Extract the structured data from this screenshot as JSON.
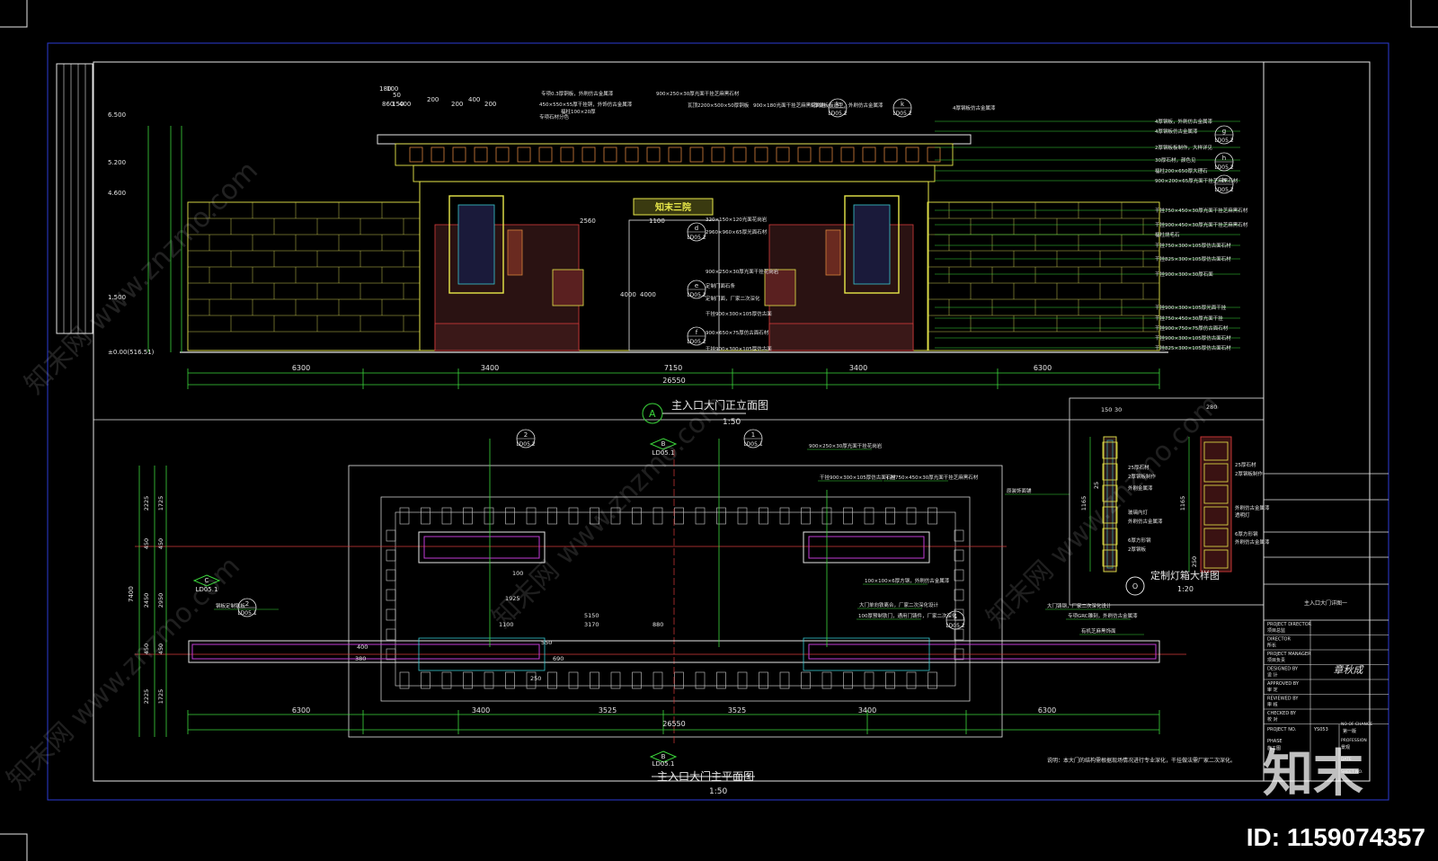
{
  "colors": {
    "background": "#000000",
    "frame": "#2b3bd6",
    "line_white": "#e6e6e6",
    "line_yellow": "#e8e84a",
    "line_green": "#3bd63b",
    "line_red": "#d63b3b",
    "accent_cyan": "#39c8d0",
    "accent_magenta": "#c23bd6",
    "accent_orange": "#d6823b"
  },
  "elevation": {
    "title": "主入口大门正立面图",
    "scale": "1:50",
    "marker": "A",
    "sign_text": "知末三院",
    "bottom_dims": [
      "6300",
      "3400",
      "7150",
      "3400",
      "6300"
    ],
    "total_dim": "26550",
    "level_marks": [
      "6.500",
      "5.200",
      "4.600",
      "1.500",
      "±0.00(516.51)"
    ],
    "top_dims": [
      "180",
      "100",
      "50",
      "150",
      "400",
      "200",
      "200",
      "400",
      "200",
      "860"
    ],
    "gate_dims": [
      "2560",
      "1100",
      "4000",
      "4000"
    ],
    "right_callouts": [
      "4厚钢板，外刷仿古金属漆",
      "4厚钢板仿古金属漆",
      "2厚钢板板制作，大样详见",
      "30厚石材，颜色见",
      "福柱200×650厚大理石",
      "900×200×65厚光面干挂芝麻黑石材",
      "干挂750×450×30厚光面干挂芝麻黑石材",
      "干挂900×450×30厚光面干挂芝麻黑石材",
      "福柱烧毛石",
      "干挂750×300×105厚仿古面石材",
      "干挂825×300×105厚仿古面石材",
      "干挂900×300×30厚石面",
      "干挂900×300×105厚光面干挂",
      "干挂750×450×30厚光面干挂",
      "干挂900×750×75厚仿古面石材",
      "干挂900×300×105厚仿古面石材",
      "干挂825×300×105厚仿古面石材"
    ],
    "center_callouts": [
      "320×150×120光面花岗岩",
      "2960×960×65厚光面石材",
      "900×250×30厚光面干挂花岗岩",
      "定制门面石条",
      "定制门面，厂家二次深化",
      "干挂900×300×105厚仿古面",
      "900×650×75厚仿古面石材",
      "干挂900×300×105厚仿古面"
    ],
    "top_callouts": [
      "专项0.3厚铜板，外刷仿古金属漆",
      "450×550×55厚干挂铜，外饰仿古金属漆",
      "900×250×30厚光面干挂芝麻黑石材",
      "瓦顶2200×500×50厚铜板",
      "900×180光面干挂芝麻黑花岗岩",
      "福柱100×20厚",
      "5厚钢板板造型，外刷仿古金属漆",
      "专项石材分色",
      "4厚钢板仿古金属漆"
    ],
    "detail_refs": [
      {
        "num": "k",
        "sheet": "LD05.2"
      },
      {
        "num": "k",
        "sheet": "LD05.2"
      },
      {
        "num": "g",
        "sheet": "LD05.2"
      },
      {
        "num": "h",
        "sheet": "LD05.2"
      },
      {
        "num": "h",
        "sheet": "LD05.2"
      },
      {
        "num": "d",
        "sheet": "LD05.2"
      },
      {
        "num": "e",
        "sheet": "LD05.2"
      },
      {
        "num": "f",
        "sheet": "LD05.2"
      }
    ]
  },
  "plan": {
    "title": "主入口大门主平面图",
    "scale": "1:50",
    "marker_b": {
      "num": "B",
      "sheet": "LD05.1"
    },
    "marker_b2": {
      "num": "B",
      "sheet": "LD05.1"
    },
    "marker_c": {
      "num": "C",
      "sheet": "LD05.1"
    },
    "section_refs": [
      {
        "num": "2",
        "sheet": "LD05.2"
      },
      {
        "num": "1",
        "sheet": "LD05.1"
      },
      {
        "num": "1",
        "sheet": "LD05.2"
      },
      {
        "num": "2",
        "sheet": "LD05.1"
      }
    ],
    "bottom_dims": [
      "6300",
      "3400",
      "3525",
      "3525",
      "3400",
      "6300"
    ],
    "total_dim": "26550",
    "left_dims": [
      "2225",
      "1725",
      "450",
      "450",
      "2450",
      "2950",
      "450",
      "450",
      "2225",
      "1725"
    ],
    "left_total": "7400",
    "inner_dims": [
      "5150",
      "3170",
      "880",
      "1100",
      "100",
      "1925",
      "690",
      "250",
      "550",
      "380",
      "400"
    ],
    "callouts": [
      "900×250×30厚光面干挂花岗岩",
      "干挂900×300×105厚仿古面石材",
      "干挂750×450×30厚光面干挂芝麻黑石材",
      "100×100×6厚方钢，外刷仿古金属漆",
      "大门单向铁离合，厂家二次深化设计",
      "100厚预制铁门，通用门铸件，厂家二次深化",
      "大门铸钢，厂家二次深化设计",
      "专项GRC雕刻，外刷仿古金属漆",
      "有机芝麻黑饰面",
      "原装饰面铺",
      "钢板定制铁板"
    ],
    "note": "说明：本大门的结构需根据现场情况进行专业深化，干挂做法需厂家二次深化。"
  },
  "lamp_detail": {
    "title": "定制灯箱大样图",
    "scale": "1:20",
    "marker": "O",
    "dims_top": [
      "150",
      "30",
      "280"
    ],
    "dims_side": [
      "1165",
      "1165",
      "25",
      "250"
    ],
    "callouts_left": [
      "25厚石材",
      "2厚钢板制作",
      "外刷金属漆",
      "玻璃内灯",
      "外刷仿古金属漆",
      "6厚方形钢",
      "2厚钢板"
    ],
    "callouts_right": [
      "25厚石材",
      "2厚钢板制作",
      "外刷仿古金属漆",
      "透明灯",
      "6厚方形钢",
      "外刷仿古金属漆"
    ]
  },
  "title_block": {
    "sheet_title": "主入口大门详图一",
    "rows": [
      {
        "label": "PROJECT DIRECTOR",
        "value": "项目总监"
      },
      {
        "label": "DIRECTOR",
        "value": "所长"
      },
      {
        "label": "PROJECT MANAGER",
        "value": "项目负责"
      },
      {
        "label": "DESIGNED BY",
        "value": "设 计"
      },
      {
        "label": "APPROVED BY",
        "value": "审 定"
      },
      {
        "label": "REVIEWED BY",
        "value": "审 核"
      },
      {
        "label": "CHECKED BY",
        "value": "校 对"
      }
    ],
    "signature": "章秋成",
    "project_no_label": "PROJECT NO.",
    "project_no": "YS053",
    "phase_label": "PHASE",
    "phase": "施工图",
    "change_label": "NO OF CHANGE",
    "change": "第一版",
    "profession_label": "PROFESSION",
    "profession": "景观",
    "date_label": "DATE",
    "sheet_label": "SHEET NO."
  },
  "watermark": {
    "text": "知末网 www.znzmo.com",
    "logo": "知末",
    "id_text": "ID: 1159074357"
  }
}
